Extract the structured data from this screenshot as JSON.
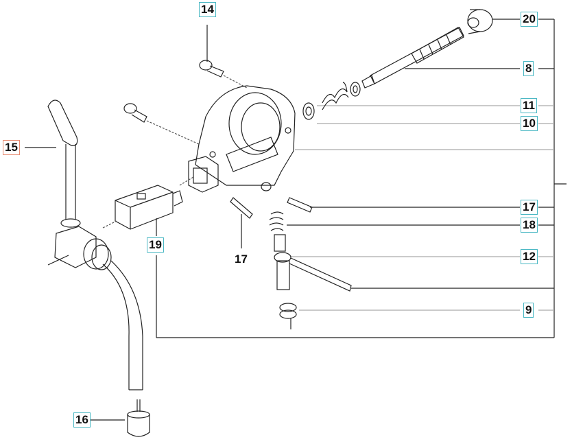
{
  "colors": {
    "callout_border": "#4bb8c4",
    "highlight_border": "#e88a70",
    "line": "#222222",
    "light_line": "#aaaaaa"
  },
  "callouts": {
    "c14": "14",
    "c15": "15",
    "c16": "16",
    "c17a": "17",
    "c17b": "17",
    "c18": "18",
    "c19": "19",
    "c20": "20",
    "c8": "8",
    "c11": "11",
    "c10": "10",
    "c12": "12",
    "c9": "9"
  }
}
